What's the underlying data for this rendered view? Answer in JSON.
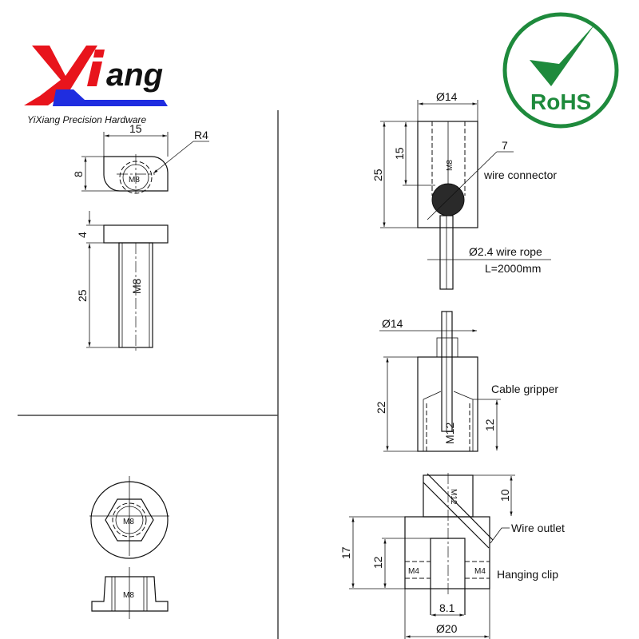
{
  "logo": {
    "brand": "Xiang",
    "tagline": "YiXiang Precision Hardware",
    "colors": {
      "red": "#e8141c",
      "blue": "#1f2de0"
    }
  },
  "rohs": {
    "label": "RoHS",
    "color": "#1e8a3c"
  },
  "tbolt": {
    "dim_width": "15",
    "dim_height": "8",
    "radius": "R4",
    "thread": "M8",
    "dim_head": "4",
    "dim_length": "25"
  },
  "nut": {
    "thread_top": "M8",
    "thread_side": "M8"
  },
  "connector": {
    "dim_dia": "Ø14",
    "dim_total": "25",
    "dim_thread": "15",
    "thread": "M8",
    "leader_num": "7",
    "label": "wire connector",
    "rope_label": "Ø2.4 wire rope",
    "rope_length": "L=2000mm"
  },
  "gripper": {
    "dim_dia": "Ø14",
    "dim_height": "22",
    "dim_thread": "12",
    "thread": "M12",
    "label": "Cable gripper"
  },
  "clip": {
    "thread_top": "M12",
    "dim_top": "10",
    "dim_total": "17",
    "dim_slot": "12",
    "hole_left": "M4",
    "hole_right": "M4",
    "dim_gap": "8.1",
    "dim_dia": "Ø20",
    "outlet_label": "Wire outlet",
    "clip_label": "Hanging clip"
  }
}
